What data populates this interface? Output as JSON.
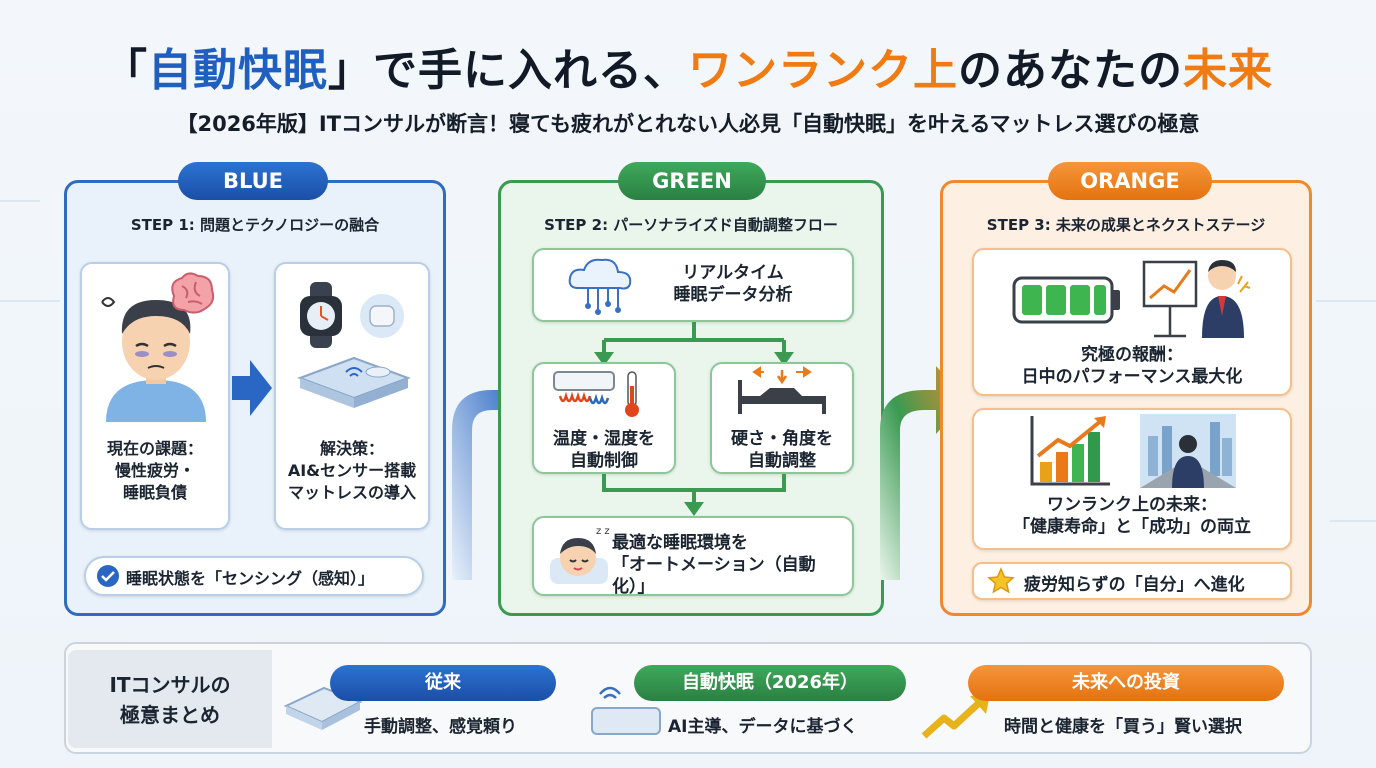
{
  "header": {
    "title_q1": "「",
    "title_blue": "自動快眠",
    "title_q2": "」",
    "title_mid": "で手に入れる、",
    "title_orange1": "ワンランク上",
    "title_mid2": "のあなたの",
    "title_orange2": "未来",
    "subtitle": "【2026年版】ITコンサルが断言！寝ても疲れがとれない人必見「自動快眠」を叶えるマットレス選びの極意"
  },
  "blue": {
    "badge": "BLUE",
    "step_title": "STEP 1: 問題とテクノロジーの融合",
    "card1_line1": "現在の課題：",
    "card1_line2": "慢性疲労・",
    "card1_line3": "睡眠負債",
    "card2_line1": "解決策：",
    "card2_line2": "AI&センサー搭載",
    "card2_line3": "マットレスの導入",
    "check_label": "睡眠状態を「センシング（感知）」"
  },
  "green": {
    "badge": "GREEN",
    "step_title": "STEP 2: パーソナライズド自動調整フロー",
    "top_line1": "リアルタイム",
    "top_line2": "睡眠データ分析",
    "left_line1": "温度・湿度を",
    "left_line2": "自動制御",
    "right_line1": "硬さ・角度を",
    "right_line2": "自動調整",
    "bottom_line1": "最適な睡眠環境を",
    "bottom_line2": "「オートメーション（自動化）」"
  },
  "orange": {
    "badge": "ORANGE",
    "step_title": "STEP 3: 未来の成果とネクストステージ",
    "card1_line1": "究極の報酬：",
    "card1_line2": "日中のパフォーマンス最大化",
    "card2_line1": "ワンランク上の未来：",
    "card2_line2": "「健康寿命」と「成功」の両立",
    "star_label": "疲労知らずの「自分」へ進化"
  },
  "summary": {
    "head_line1": "ITコンサルの",
    "head_line2": "極意まとめ",
    "items": [
      {
        "label": "従来",
        "text": "手動調整、感覚頼り",
        "color": "#2060c4"
      },
      {
        "label": "自動快眠（2026年）",
        "text": "AI主導、データに基づく",
        "color": "#2f9a4c"
      },
      {
        "label": "未来への投資",
        "text": "時間と健康を「買う」賢い選択",
        "color": "#f07b12"
      }
    ]
  },
  "colors": {
    "blue": "#2f6cc0",
    "green": "#3a9a52",
    "orange": "#ef8a2a"
  },
  "icons": [
    "tired-person-icon",
    "brain-icon",
    "smartwatch-icon",
    "sensor-icon",
    "smart-mattress-icon",
    "cloud-data-icon",
    "air-conditioner-icon",
    "thermometer-icon",
    "adjustable-bed-icon",
    "sleeping-face-icon",
    "battery-icon",
    "presenter-icon",
    "growth-chart-icon",
    "businessman-city-icon",
    "check-icon",
    "star-icon",
    "mattress-icon",
    "wifi-mattress-icon",
    "rising-arrow-icon"
  ]
}
